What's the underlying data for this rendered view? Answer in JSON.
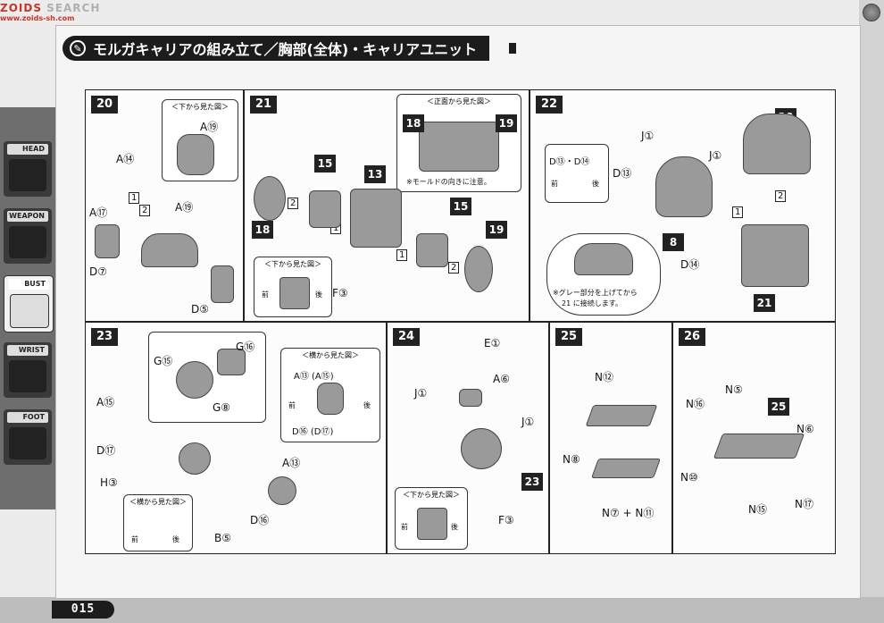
{
  "watermark": {
    "brand_a": "ZOIDS",
    "brand_b": "SEARCH",
    "sub": "www.zoids-sh.com"
  },
  "page": {
    "title": "モルガキャリアの組み立て／胸部(全体)・キャリアユニット",
    "number": "015"
  },
  "sidebar": {
    "tabs": [
      "HEAD",
      "WEAPON",
      "BUST",
      "WRIST",
      "FOOT"
    ],
    "active": "BUST"
  },
  "panels": {
    "p20": {
      "step": "20",
      "view": "＜下から見た図＞",
      "labels": [
        "A⑲",
        "A⑭",
        "A⑰",
        "A⑲",
        "D⑦",
        "D⑤"
      ],
      "orders": [
        "1",
        "2"
      ]
    },
    "p21": {
      "step": "21",
      "front_view": "＜正面から見た図＞",
      "front_note": "※モールドの向きに注意。",
      "bottom_view": "＜下から見た図＞",
      "front": "前",
      "back": "後",
      "labels": [
        "15",
        "13",
        "18",
        "15",
        "19",
        "18",
        "19",
        "F③"
      ],
      "orders": [
        "2",
        "1",
        "1",
        "2"
      ]
    },
    "p22": {
      "step": "22",
      "detail": "D⑬・D⑭",
      "front": "前",
      "back": "後",
      "note_line1": "※グレー部分を上げてから",
      "note_line2": "21 に接続します。",
      "labels": [
        "J①",
        "J①",
        "D⑬",
        "20",
        "8",
        "D⑭",
        "21"
      ],
      "orders": [
        "1",
        "2"
      ]
    },
    "p23": {
      "step": "23",
      "side_view": "＜横から見た図＞",
      "side_view_2": "＜横から見た図＞",
      "side_labels": [
        "A⑬ (A⑮)",
        "D⑯ (D⑰)"
      ],
      "front": "前",
      "back": "後",
      "labels": [
        "G⑮",
        "G⑯",
        "G⑧",
        "A⑮",
        "D⑰",
        "H③",
        "A⑬",
        "D⑯",
        "B⑤"
      ]
    },
    "p24": {
      "step": "24",
      "bottom_view": "＜下から見た図＞",
      "front": "前",
      "back": "後",
      "labels": [
        "E①",
        "A⑥",
        "J①",
        "J①",
        "23",
        "F③"
      ]
    },
    "p25": {
      "step": "25",
      "labels": [
        "N⑫",
        "N⑧",
        "N⑦ + N⑪"
      ]
    },
    "p26": {
      "step": "26",
      "labels": [
        "N⑯",
        "N⑤",
        "25",
        "N⑥",
        "N⑩",
        "N⑮",
        "N⑰"
      ]
    }
  }
}
